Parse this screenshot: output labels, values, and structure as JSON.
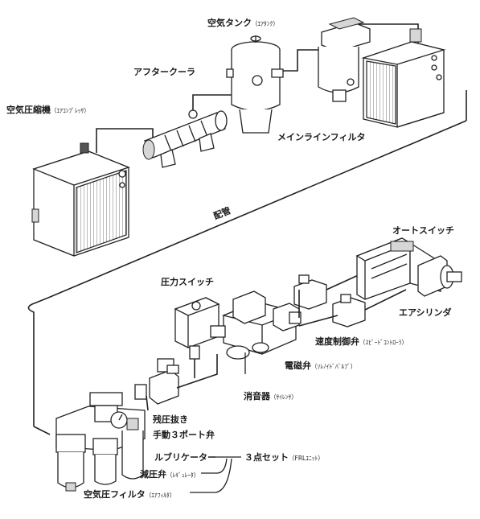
{
  "labels": {
    "air_tank": "空気タンク",
    "air_tank_sub": "（ｴｱﾀﾝｸ）",
    "aftercooler": "アフタークーラ",
    "compressor": "空気圧縮機",
    "compressor_sub": "（ｴｱｺﾝﾌﾟﾚｯｻ）",
    "main_filter": "メインラインフィルタ",
    "piping": "配管",
    "auto_switch": "オートスイッチ",
    "pressure_switch": "圧力スイッチ",
    "air_cylinder": "エアシリンダ",
    "speed_valve": "速度制御弁",
    "speed_valve_sub": "（ｽﾋﾟｰﾄﾞｺﾝﾄﾛｰﾗ）",
    "solenoid_valve": "電磁弁",
    "solenoid_valve_sub": "（ｿﾚﾉｲﾄﾞﾊﾞﾙﾌﾞ）",
    "silencer": "消音器",
    "silencer_sub": "（ｻｲﾚﾝｻ）",
    "relief_valve_line1": "残圧抜き",
    "relief_valve_line2": "手動３ポート弁",
    "lubricator": "ルブリケーター",
    "frl_unit": "３点セット",
    "frl_unit_sub": "（FRLﾕﾆｯﾄ）",
    "regulator": "減圧弁",
    "regulator_sub": "（ﾚｷﾞｭﾚｰﾀ）",
    "air_filter": "空気圧フィルタ",
    "air_filter_sub": "（ｴｱﾌｨﾙﾀ）"
  }
}
